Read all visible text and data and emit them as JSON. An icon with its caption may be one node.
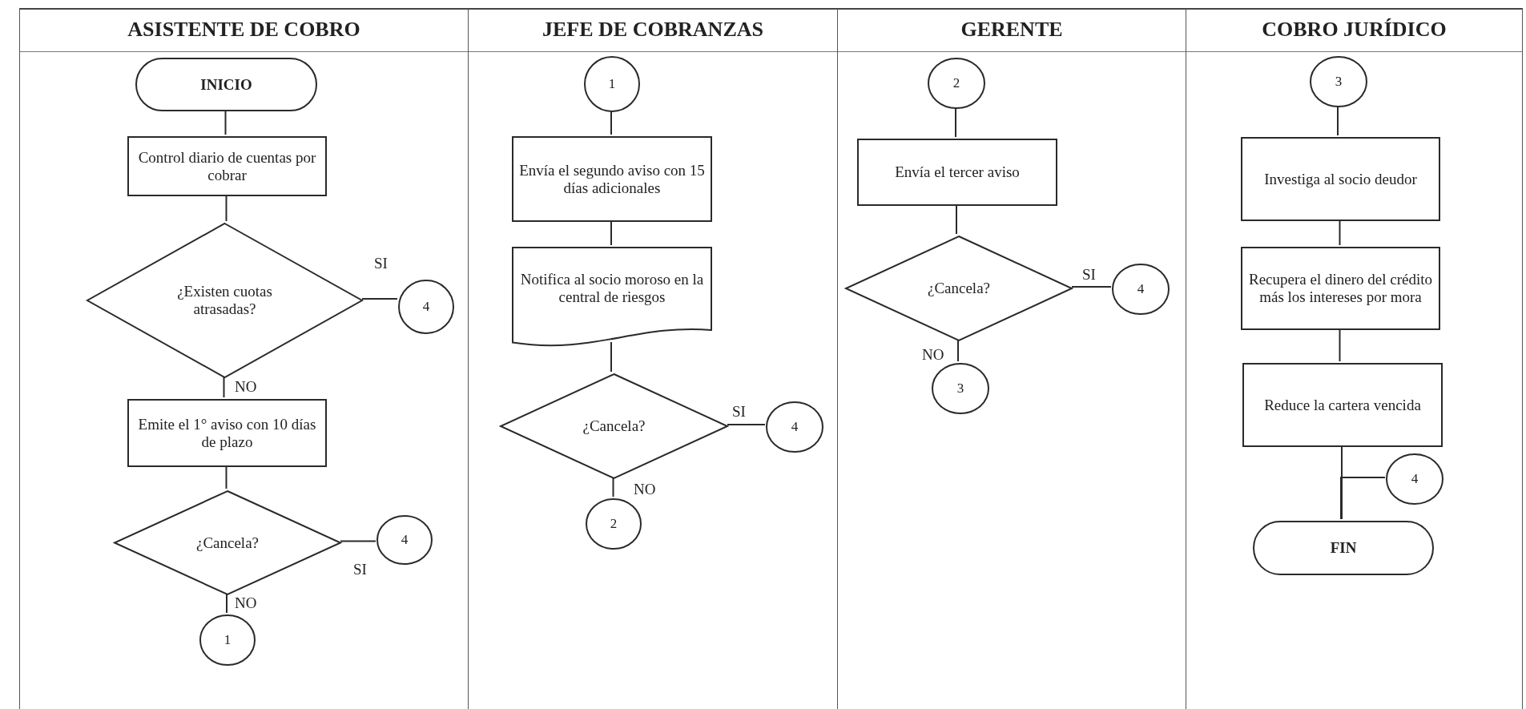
{
  "diagram": {
    "nodes": [
      {
        "text": [
          "ASISTENTE DE COBRO"
        ]
      },
      {
        "text": [
          "INICIO"
        ],
        "in": 0
      },
      {
        "text": [
          "Control diario de cuentas por cobrar"
        ],
        "in": 0
      },
      {
        "text": [
          "¿Existen cuotas atrasadas?"
        ],
        "in": 0
      },
      {
        "text": [
          "4"
        ],
        "in": 0
      },
      {
        "text": [
          "Emite el 1° aviso con 10 días de plazo"
        ],
        "in": 0
      },
      {
        "text": [
          "¿Cancela?"
        ],
        "in": 0
      },
      {
        "text": [
          "4"
        ],
        "in": 0
      },
      {
        "text": [
          "1"
        ],
        "in": 0
      },
      {
        "text": [
          "JEFE DE COBRANZAS"
        ]
      },
      {
        "text": [
          "1"
        ],
        "in": 9
      },
      {
        "text": [
          "Envía el segundo aviso con 15 días adicionales"
        ],
        "in": 9
      },
      {
        "text": [
          "Notifica al socio moroso en la central de riesgos"
        ],
        "in": 9
      },
      {
        "text": [
          "¿Cancela?"
        ],
        "in": 9
      },
      {
        "text": [
          "4"
        ],
        "in": 9
      },
      {
        "text": [
          "2"
        ],
        "in": 9
      },
      {
        "text": [
          "GERENTE"
        ]
      },
      {
        "text": [
          "2"
        ],
        "in": 16
      },
      {
        "text": [
          "Envía el tercer aviso"
        ],
        "in": 16
      },
      {
        "text": [
          "¿Cancela?"
        ],
        "in": 16
      },
      {
        "text": [
          "4"
        ],
        "in": 16
      },
      {
        "text": [
          "3"
        ],
        "in": 16
      },
      {
        "text": [
          "COBRO JURÍDICO"
        ]
      },
      {
        "text": [
          "3"
        ],
        "in": 22
      },
      {
        "text": [
          "Investiga al socio deudor"
        ],
        "in": 22
      },
      {
        "text": [
          "Recupera el dinero del crédito más los intereses por mora"
        ],
        "in": 22
      },
      {
        "text": [
          "Reduce la cartera vencida"
        ],
        "in": 22
      },
      {
        "text": [
          "4"
        ],
        "in": 22
      },
      {
        "text": [
          "FIN"
        ],
        "in": 22
      }
    ],
    "edges": [
      {
        "from": 1,
        "to": 2,
        "arrow": "none"
      },
      {
        "from": 2,
        "to": 3,
        "arrow": "none"
      },
      {
        "from": 3,
        "to": 4,
        "arrow": "none",
        "label": "SI"
      },
      {
        "from": 3,
        "to": 5,
        "arrow": "none",
        "label": "NO"
      },
      {
        "from": 5,
        "to": 6,
        "arrow": "none"
      },
      {
        "from": 6,
        "to": 7,
        "arrow": "none",
        "label": "SI"
      },
      {
        "from": 6,
        "to": 8,
        "arrow": "none",
        "label": "NO"
      },
      {
        "from": 10,
        "to": 11,
        "arrow": "none"
      },
      {
        "from": 11,
        "to": 12,
        "arrow": "none"
      },
      {
        "from": 12,
        "to": 13,
        "arrow": "none"
      },
      {
        "from": 13,
        "to": 14,
        "arrow": "none",
        "label": "SI"
      },
      {
        "from": 13,
        "to": 15,
        "arrow": "none",
        "label": "NO"
      },
      {
        "from": 17,
        "to": 18,
        "arrow": "none"
      },
      {
        "from": 18,
        "to": 19,
        "arrow": "none"
      },
      {
        "from": 19,
        "to": 20,
        "arrow": "none",
        "label": "SI"
      },
      {
        "from": 19,
        "to": 21,
        "arrow": "none",
        "label": "NO"
      },
      {
        "from": 23,
        "to": 24,
        "arrow": "none"
      },
      {
        "from": 24,
        "to": 25,
        "arrow": "none"
      },
      {
        "from": 25,
        "to": 26,
        "arrow": "none"
      },
      {
        "from": 26,
        "to": 28,
        "arrow": "none"
      },
      {
        "from": 27,
        "to": 28,
        "arrow": "none"
      }
    ]
  }
}
